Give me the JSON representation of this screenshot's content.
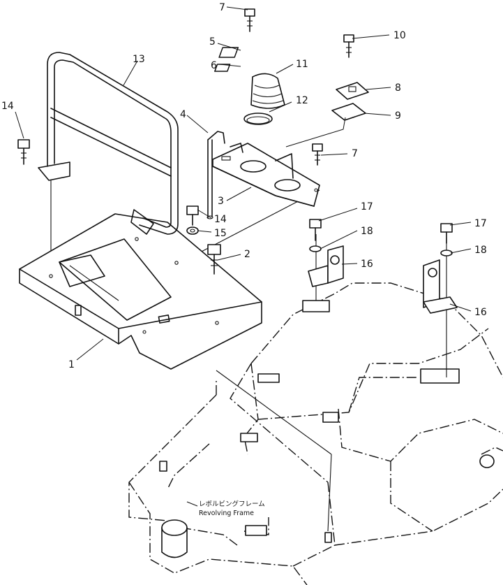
{
  "callouts": [
    {
      "id": "c1",
      "label": "1"
    },
    {
      "id": "c2",
      "label": "2"
    },
    {
      "id": "c3",
      "label": "3"
    },
    {
      "id": "c4",
      "label": "4"
    },
    {
      "id": "c5",
      "label": "5"
    },
    {
      "id": "c6",
      "label": "6"
    },
    {
      "id": "c7a",
      "label": "7"
    },
    {
      "id": "c7b",
      "label": "7"
    },
    {
      "id": "c8",
      "label": "8"
    },
    {
      "id": "c9",
      "label": "9"
    },
    {
      "id": "c10",
      "label": "10"
    },
    {
      "id": "c11",
      "label": "11"
    },
    {
      "id": "c12",
      "label": "12"
    },
    {
      "id": "c13",
      "label": "13"
    },
    {
      "id": "c14a",
      "label": "14"
    },
    {
      "id": "c14b",
      "label": "14"
    },
    {
      "id": "c15",
      "label": "15"
    },
    {
      "id": "c16a",
      "label": "16"
    },
    {
      "id": "c16b",
      "label": "16"
    },
    {
      "id": "c17a",
      "label": "17"
    },
    {
      "id": "c17b",
      "label": "17"
    },
    {
      "id": "c18a",
      "label": "18"
    },
    {
      "id": "c18b",
      "label": "18"
    }
  ],
  "frame_note": {
    "japanese": "レボルビングフレーム",
    "english": "Revolving  Frame"
  }
}
